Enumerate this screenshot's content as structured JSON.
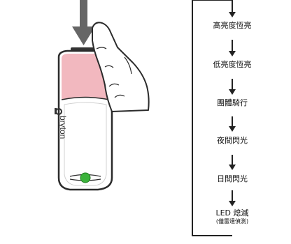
{
  "device": {
    "brand_text": "bryton",
    "led_color": "#3cb33c",
    "top_color": "#f2b8bf",
    "arrow_color": "#666666"
  },
  "flow": {
    "steps": [
      {
        "label": "高亮度恆亮"
      },
      {
        "label": "低亮度恆亮"
      },
      {
        "label": "團體騎行"
      },
      {
        "label": "夜間閃光"
      },
      {
        "label": "日間閃光"
      },
      {
        "label": "LED 熄滅",
        "note": "(僅雷達偵測)"
      }
    ]
  }
}
